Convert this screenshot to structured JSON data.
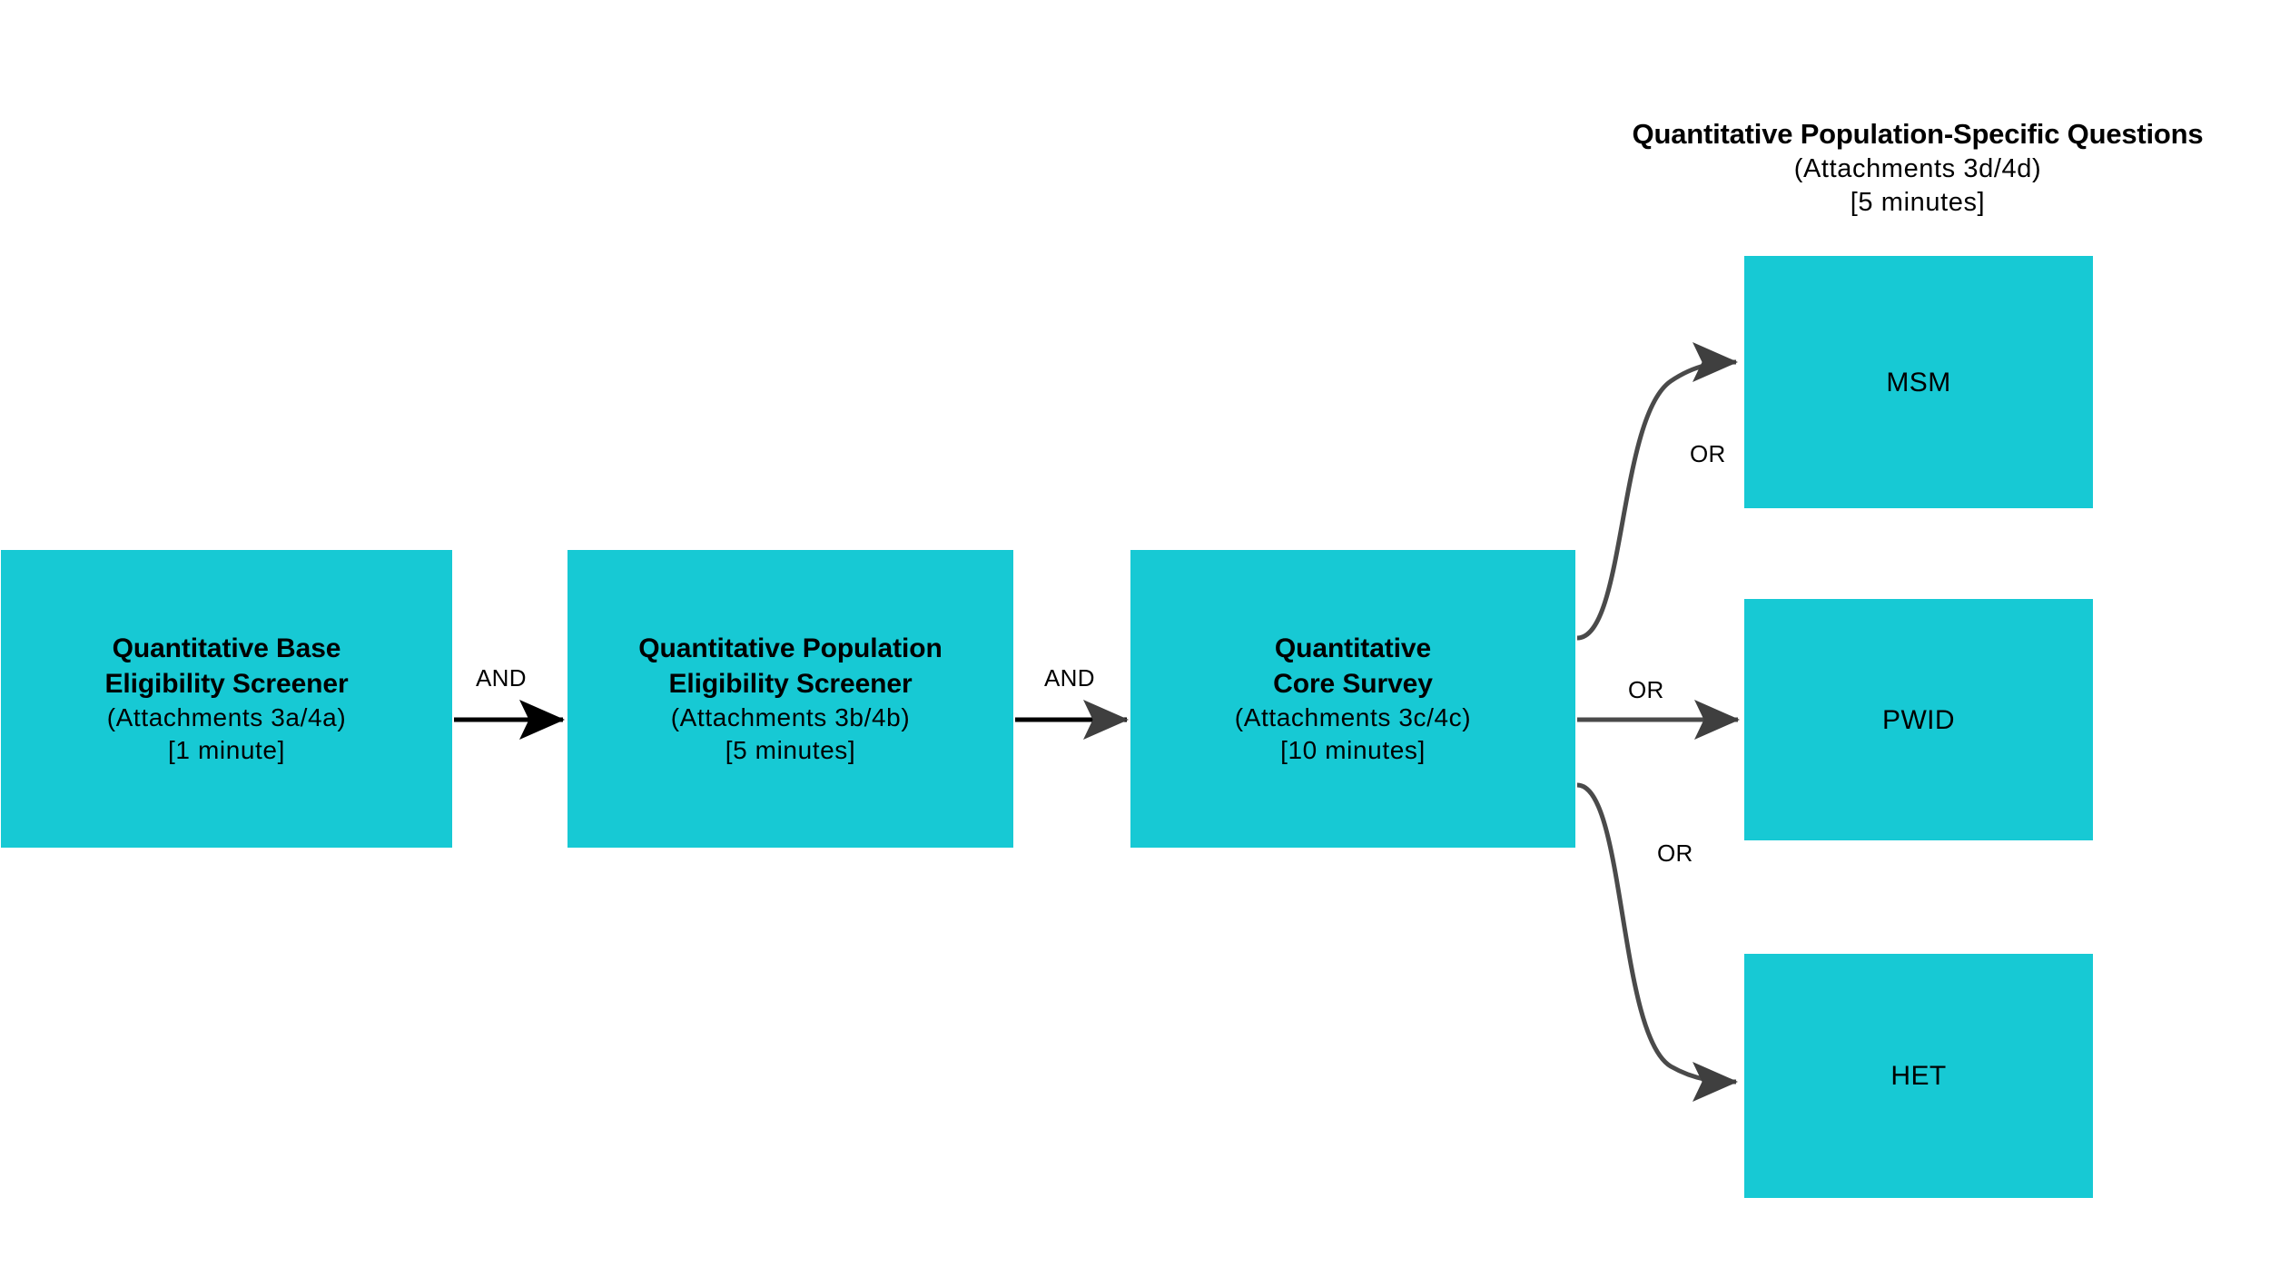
{
  "diagram": {
    "title_block": {
      "heading": "Quantitative Population-Specific Questions",
      "attachments": "(Attachments 3d/4d)",
      "duration": "[5 minutes]"
    },
    "flow_nodes": [
      {
        "id": "base-eligibility-screener",
        "line1": "Quantitative Base",
        "line2": "Eligibility Screener",
        "attachments": "(Attachments 3a/4a)",
        "duration": "[1 minute]"
      },
      {
        "id": "population-eligibility-screener",
        "line1": "Quantitative Population",
        "line2": "Eligibility Screener",
        "attachments": "(Attachments 3b/4b)",
        "duration": "[5 minutes]"
      },
      {
        "id": "core-survey",
        "line1": "Quantitative",
        "line2": "Core Survey",
        "attachments": "(Attachments 3c/4c)",
        "duration": "[10 minutes]"
      }
    ],
    "population_nodes": [
      {
        "id": "msm",
        "label": "MSM"
      },
      {
        "id": "pwid",
        "label": "PWID"
      },
      {
        "id": "het",
        "label": "HET"
      }
    ],
    "connectors": [
      {
        "id": "base-to-popscreen",
        "label": "AND"
      },
      {
        "id": "popscreen-to-core",
        "label": "AND"
      },
      {
        "id": "core-to-msm",
        "label": "OR"
      },
      {
        "id": "core-to-pwid",
        "label": "OR"
      },
      {
        "id": "core-to-het",
        "label": "OR"
      }
    ],
    "colors": {
      "node_fill": "#17C9D4",
      "text": "#000000",
      "background": "#FFFFFF",
      "straight_arrow": "#000000",
      "curved_arrow": "#4D4D4D"
    }
  }
}
